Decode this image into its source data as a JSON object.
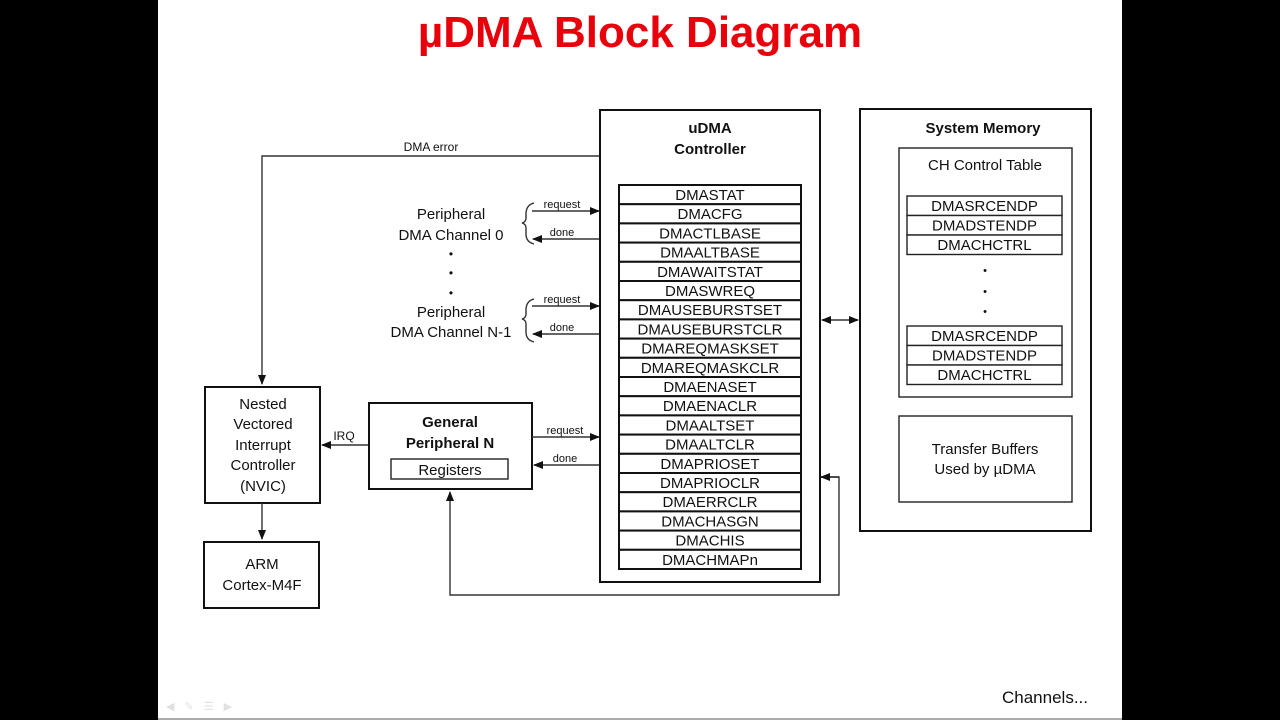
{
  "slide": {
    "title": "µDMA Block Diagram",
    "footer_note": "Channels...",
    "controls": [
      "prev-icon",
      "pen-icon",
      "menu-icon",
      "next-icon"
    ]
  },
  "diagram": {
    "dma_error_label": "DMA error",
    "peripheral_channel_0": [
      "Peripheral",
      "DMA Channel 0"
    ],
    "peripheral_channel_n1": [
      "Peripheral",
      "DMA Channel N-1"
    ],
    "ellipsis": "•",
    "signals": {
      "request": "request",
      "done": "done",
      "irq": "IRQ"
    },
    "nvic": [
      "Nested",
      "Vectored",
      "Interrupt",
      "Controller",
      "(NVIC)"
    ],
    "arm": [
      "ARM",
      "Cortex-M4F"
    ],
    "general_peripheral": {
      "title": [
        "General",
        "Peripheral N"
      ],
      "registers": "Registers"
    },
    "udma_controller": {
      "title": [
        "uDMA",
        "Controller"
      ],
      "registers": [
        "DMASTAT",
        "DMACFG",
        "DMACTLBASE",
        "DMAALTBASE",
        "DMAWAITSTAT",
        "DMASWREQ",
        "DMAUSEBURSTSET",
        "DMAUSEBURSTCLR",
        "DMAREQMASKSET",
        "DMAREQMASKCLR",
        "DMAENASET",
        "DMAENACLR",
        "DMAALTSET",
        "DMAALTCLR",
        "DMAPRIOSET",
        "DMAPRIOCLR",
        "DMAERRCLR",
        "DMACHASGN",
        "DMACHIS",
        "DMACHMAPn"
      ]
    },
    "system_memory": {
      "title": "System Memory",
      "ch_control_table": {
        "title": "CH Control Table",
        "first_entry": [
          "DMASRCENDP",
          "DMADSTENDP",
          "DMACHCTRL"
        ],
        "last_entry": [
          "DMASRCENDP",
          "DMADSTENDP",
          "DMACHCTRL"
        ]
      },
      "transfer_buffers": [
        "Transfer Buffers",
        "Used by µDMA"
      ]
    }
  }
}
